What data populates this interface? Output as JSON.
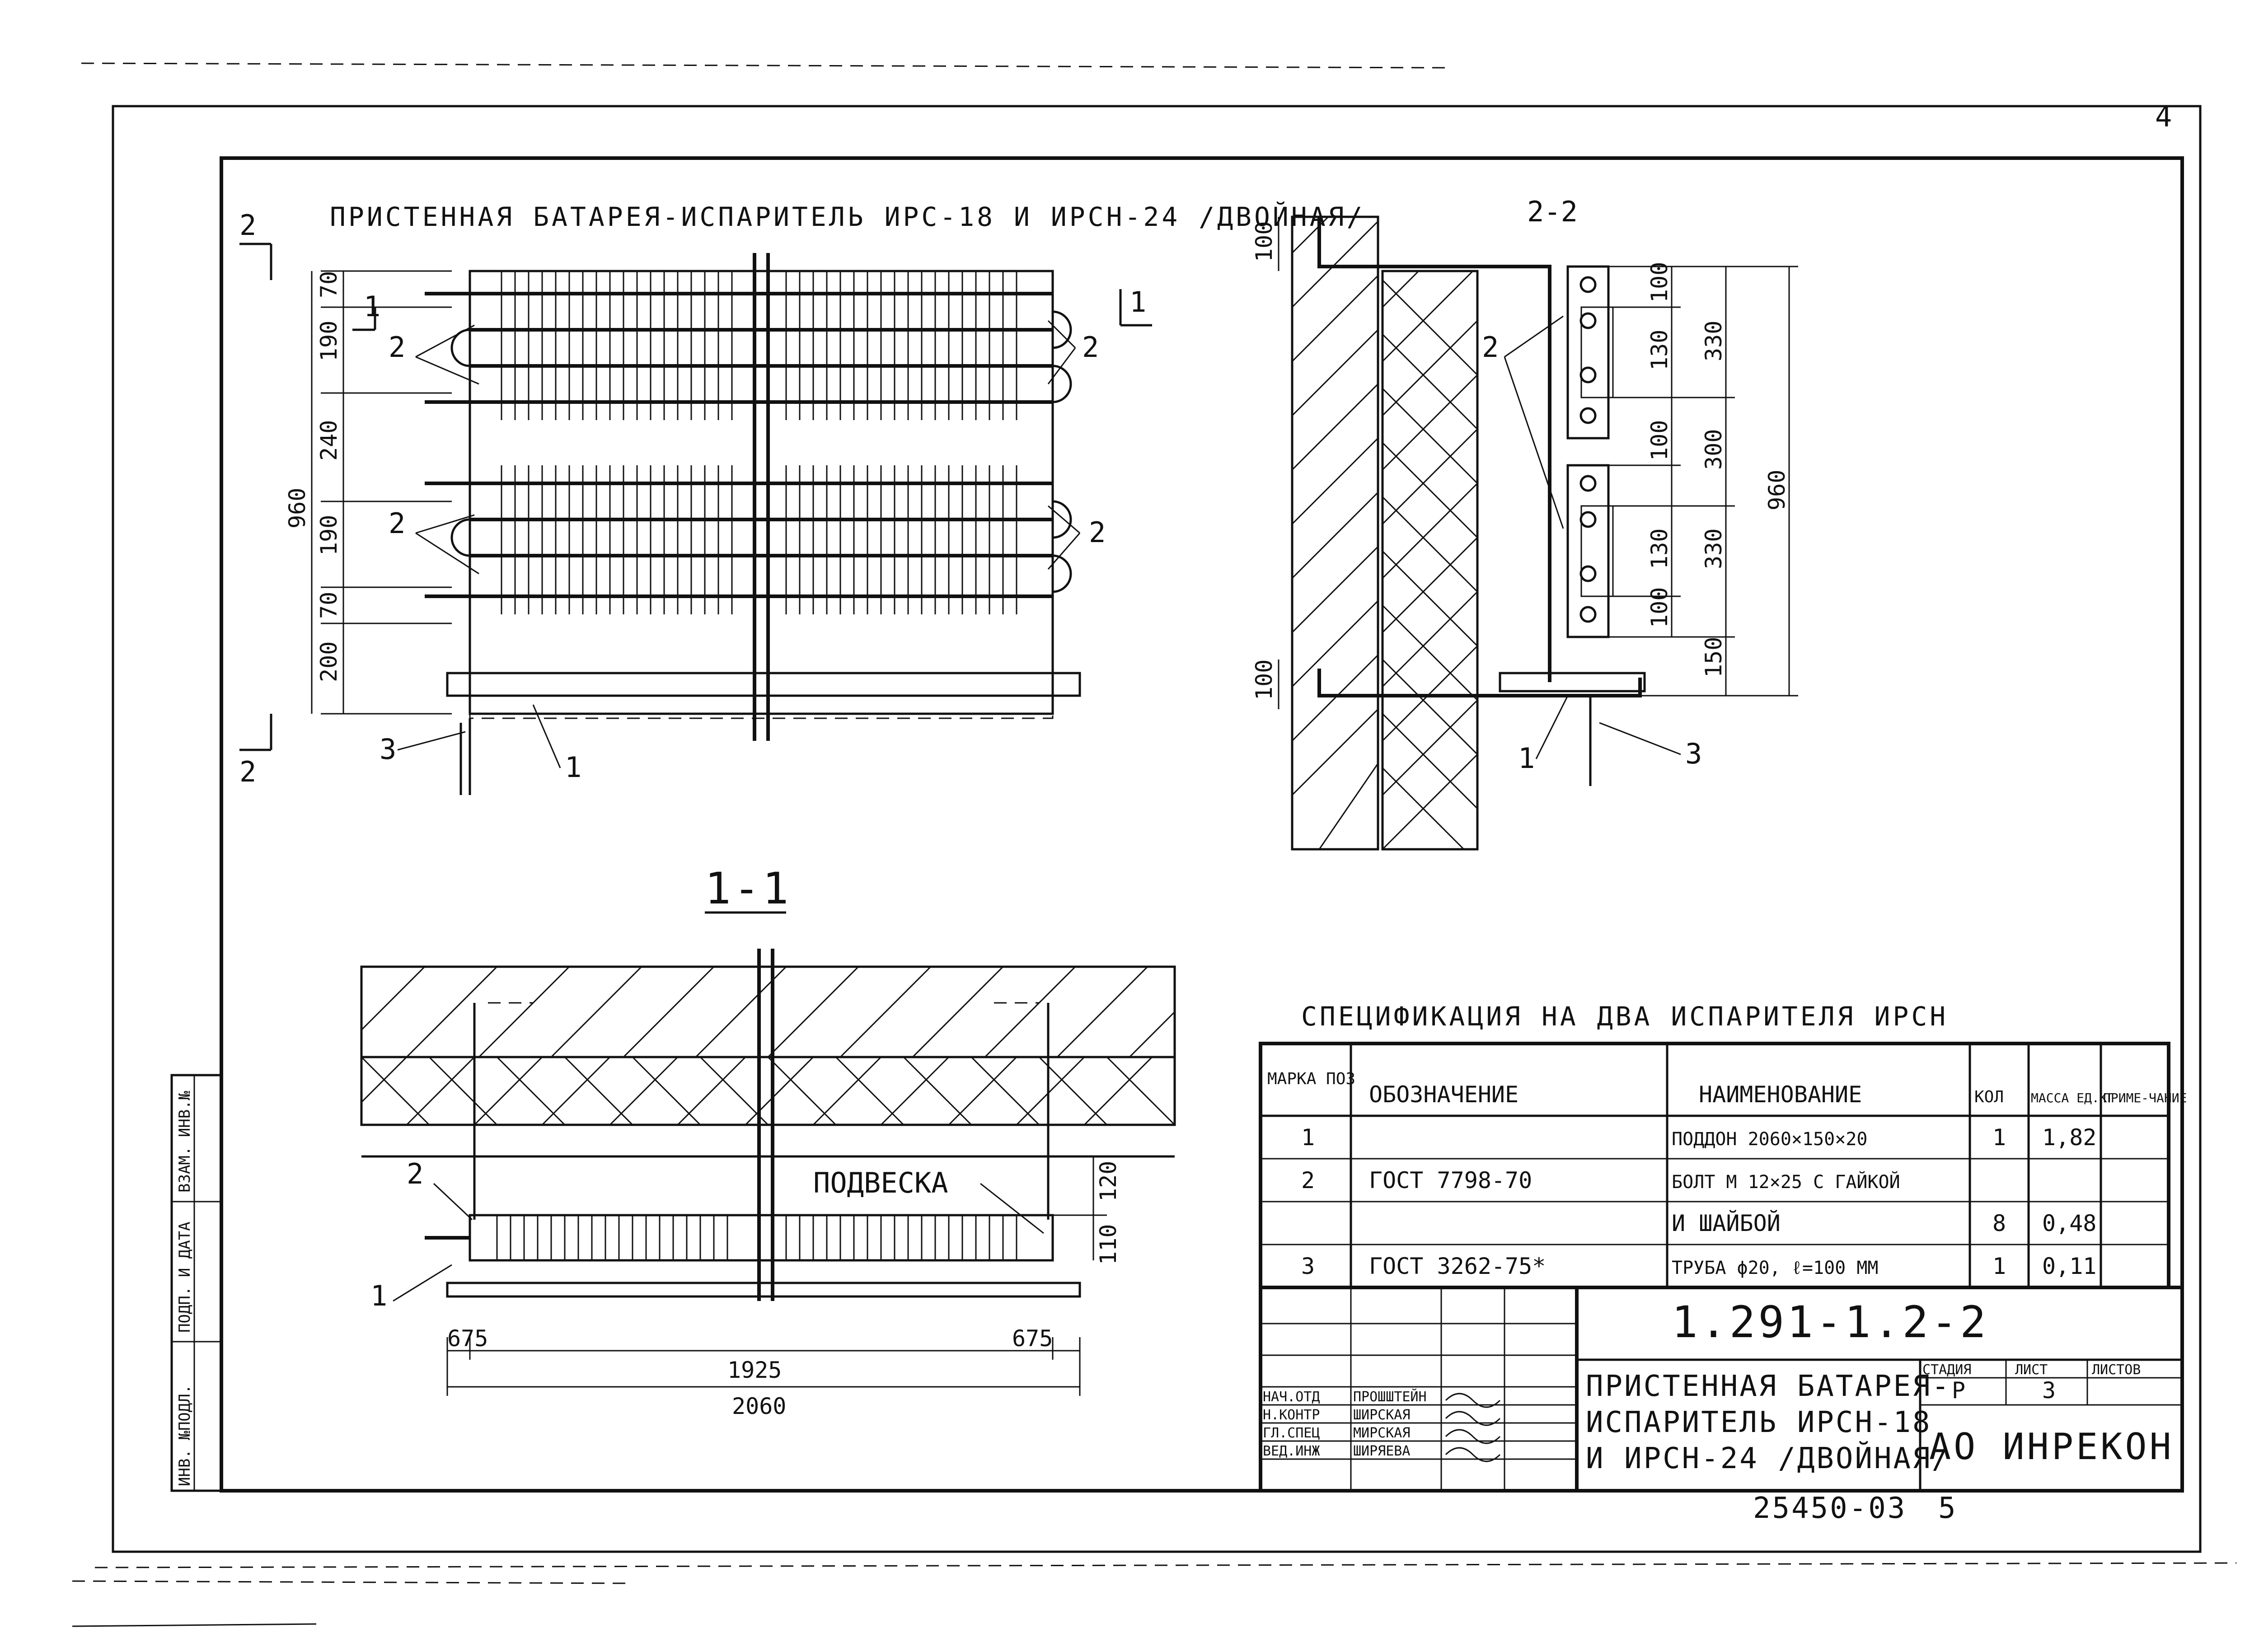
{
  "sheet": {
    "sheet_corner_number": "4",
    "main_title": "ПРИСТЕННАЯ БАТАРЕЯ-ИСПАРИТЕЛЬ ИРС-18 И ИРСН-24 /ДВОЙНАЯ/",
    "section_2_2_title": "2-2",
    "section_1_1_title": "1-1",
    "section_marker": "2"
  },
  "front_view": {
    "dims_left": [
      "70",
      "190",
      "240",
      "190",
      "70",
      "200"
    ],
    "overall_height": "960",
    "cut_marker": "1",
    "callout_2": "2",
    "callout_1": "1",
    "callout_3": "3"
  },
  "section_2_2": {
    "dims_right": [
      "100",
      "130",
      "100",
      "130",
      "100"
    ],
    "dims_right_outer": [
      "330",
      "300",
      "330"
    ],
    "overall_height": "960",
    "dim_top": "100",
    "dim_bottom": "100",
    "dim_150": "150",
    "callout_2": "2",
    "callout_1": "1",
    "callout_3": "3"
  },
  "section_1_1": {
    "label_hanger": "ПОДВЕСКА",
    "callout_2": "2",
    "callout_1": "1",
    "dim_120": "120",
    "dim_110": "110",
    "dim_left": "675",
    "dim_mid": "1925",
    "dim_right": "675",
    "dim_total": "2060"
  },
  "spec": {
    "title": "СПЕЦИФИКАЦИЯ НА ДВА ИСПАРИТЕЛЯ ИРСН",
    "headers": [
      "МАРКА ПОЗ",
      "ОБОЗНАЧЕНИЕ",
      "НАИМЕНОВАНИЕ",
      "КОЛ",
      "МАССА ЕД.КГ",
      "ПРИМЕ-ЧАНИЕ"
    ],
    "rows": [
      [
        "1",
        "",
        "ПОДДОН 2060×150×20",
        "1",
        "1,82",
        ""
      ],
      [
        "2",
        "ГОСТ 7798-70",
        "БОЛТ М 12×25 С ГАЙКОЙ",
        "",
        "",
        ""
      ],
      [
        "",
        "",
        "И ШАЙБОЙ",
        "8",
        "0,48",
        ""
      ],
      [
        "3",
        "ГОСТ 3262-75*",
        "ТРУБА ϕ20, ℓ=100 ММ",
        "1",
        "0,11",
        ""
      ]
    ]
  },
  "title_block": {
    "code": "1.291-1.2-2",
    "name_lines": [
      "ПРИСТЕННАЯ БАТАРЕЯ-",
      "ИСПАРИТЕЛЬ ИРСН-18",
      "И ИРСН-24 /ДВОЙНАЯ/"
    ],
    "roles": [
      "НАЧ.ОТД",
      "Н.КОНТР",
      "ГЛ.СПЕЦ",
      "ВЕД.ИНЖ"
    ],
    "names": [
      "ПРОШШТЕЙН",
      "ШИРСКАЯ",
      "МИРСКАЯ",
      "ШИРЯЕВА"
    ],
    "stage_headers": [
      "СТАДИЯ",
      "ЛИСТ",
      "ЛИСТОВ"
    ],
    "stage_values": [
      "Р",
      "3",
      ""
    ],
    "org": "АО ИНРЕКОН",
    "doc_number": "25450-03",
    "doc_suffix": "5"
  },
  "side_stamp": {
    "labels": [
      "ИНВ. №ПОДЛ.",
      "ПОДП. И ДАТА",
      "ВЗАМ. ИНВ.№"
    ]
  }
}
